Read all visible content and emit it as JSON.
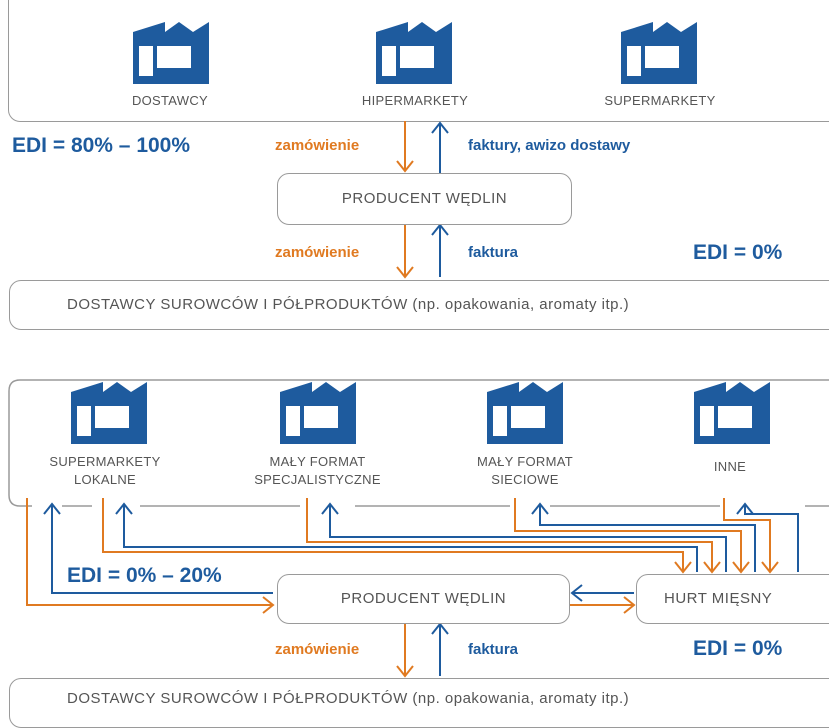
{
  "colors": {
    "orange": "#e07a21",
    "blue": "#1e5b9e",
    "border": "#9a9a9a",
    "text": "#555555"
  },
  "top": {
    "retailers": [
      "DOSTAWCY",
      "HIPERMARKETY",
      "SUPERMARKETY"
    ],
    "edi": "EDI = 80% – 100%",
    "order_label": "zamówienie",
    "invoice_label": "faktury, awizo dostawy",
    "producer": "PRODUCENT WĘDLIN",
    "order_label2": "zamówienie",
    "invoice_label2": "faktura",
    "edi2": "EDI = 0%",
    "suppliers": "DOSTAWCY SUROWCÓW I PÓŁPRODUKTÓW (np. opakowania, aromaty itp.)"
  },
  "bottom": {
    "retailers": [
      {
        "line1": "SUPERMARKETY",
        "line2": "LOKALNE"
      },
      {
        "line1": "MAŁY FORMAT",
        "line2": "SPECJALISTYCZNE"
      },
      {
        "line1": "MAŁY FORMAT",
        "line2": "SIECIOWE"
      },
      {
        "line1": "INNE",
        "line2": ""
      }
    ],
    "edi": "EDI = 0% – 20%",
    "producer": "PRODUCENT WĘDLIN",
    "wholesale": "HURT MIĘSNY",
    "order_label": "zamówienie",
    "invoice_label": "faktura",
    "edi2": "EDI = 0%",
    "suppliers": "DOSTAWCY SUROWCÓW I PÓŁPRODUKTÓW (np. opakowania, aromaty itp.)"
  }
}
